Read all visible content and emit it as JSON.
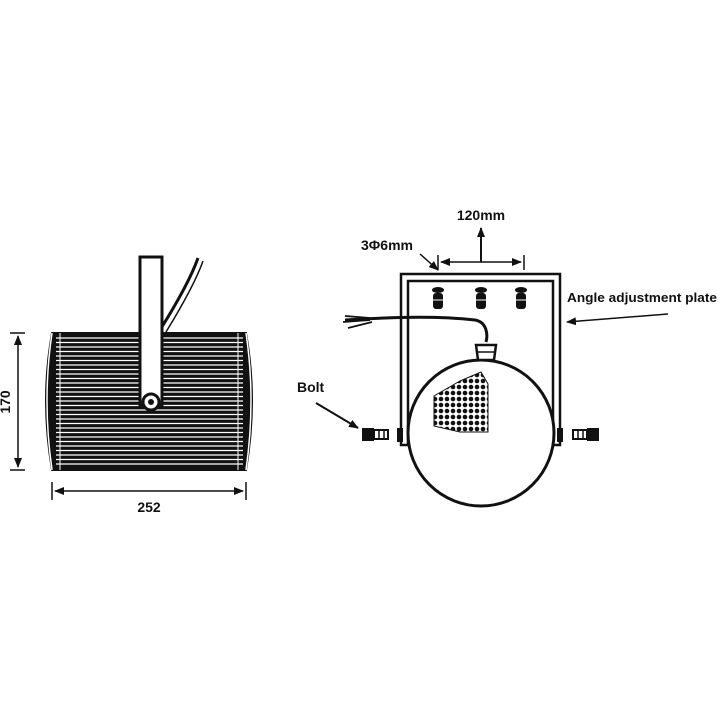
{
  "labels": {
    "height_dim": "170",
    "width_dim": "252",
    "spacing_dim": "120mm",
    "holes": "3Φ6mm",
    "angle_plate": "Angle adjustment plate",
    "bolt": "Bolt"
  },
  "colors": {
    "line": "#111111",
    "background": "#ffffff"
  }
}
